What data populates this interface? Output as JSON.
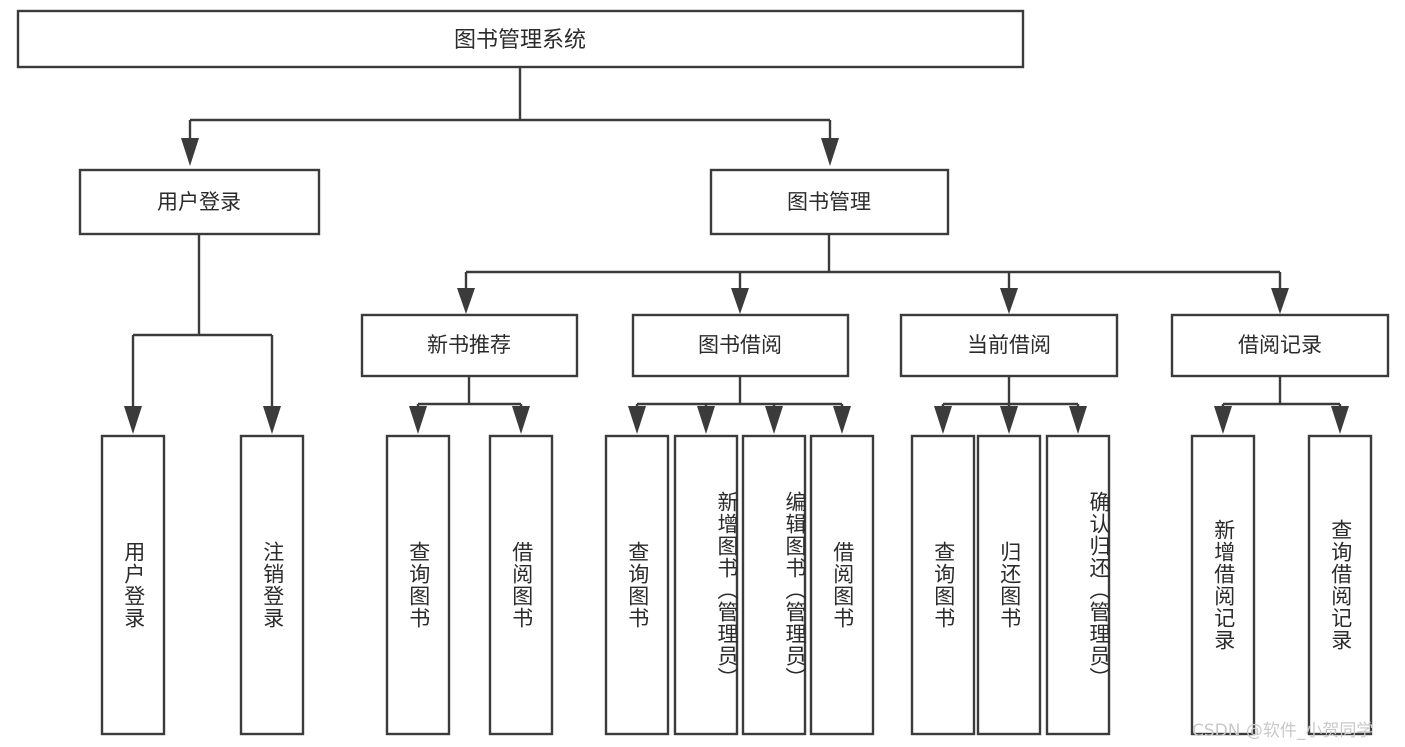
{
  "diagram": {
    "title": "图书管理系统",
    "type": "tree-hierarchy-diagram",
    "colors": {
      "stroke": "#3b3b3b",
      "box_fill": "#ffffff",
      "text": "#2b2b2b",
      "watermark": "#c9c9c9",
      "background": "#ffffff"
    },
    "root": {
      "label": "图书管理系统"
    },
    "level2": [
      {
        "label": "用户登录"
      },
      {
        "label": "图书管理"
      }
    ],
    "level3": [
      {
        "label": "新书推荐"
      },
      {
        "label": "图书借阅"
      },
      {
        "label": "当前借阅"
      },
      {
        "label": "借阅记录"
      }
    ],
    "leaves": {
      "user_login": [
        {
          "label": "用户登录"
        },
        {
          "label": "注销登录"
        }
      ],
      "new_book_recommend": [
        {
          "label": "查询图书"
        },
        {
          "label": "借阅图书"
        }
      ],
      "book_borrow": [
        {
          "label": "查询图书"
        },
        {
          "label": "新增图书（管理员）"
        },
        {
          "label": "编辑图书（管理员）"
        },
        {
          "label": "借阅图书"
        }
      ],
      "current_borrow": [
        {
          "label": "查询图书"
        },
        {
          "label": "归还图书"
        },
        {
          "label": "确认归还（管理员）"
        }
      ],
      "borrow_record": [
        {
          "label": "新增借阅记录"
        },
        {
          "label": "查询借阅记录"
        }
      ]
    },
    "watermark": "CSDN @软件_小贺同学"
  }
}
